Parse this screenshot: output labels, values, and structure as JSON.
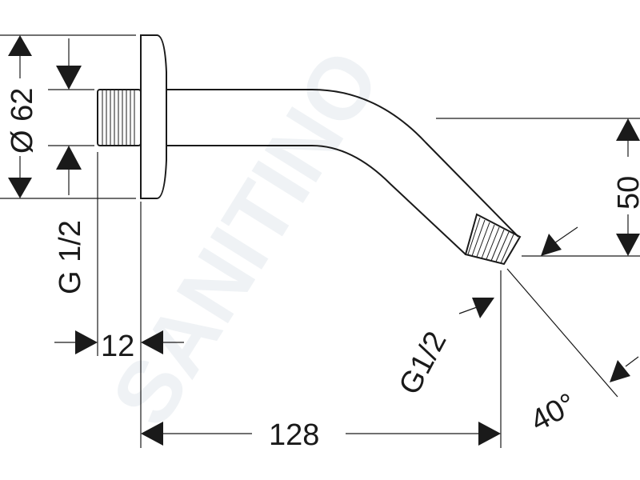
{
  "watermark": "SANITINO",
  "dimensions": {
    "flange_diameter": "Ø 62",
    "inlet_thread": "G 1/2",
    "thread_length": "12",
    "horizontal_reach": "128",
    "outlet_thread": "G1/2",
    "drop_height": "50",
    "angle": "40°"
  }
}
